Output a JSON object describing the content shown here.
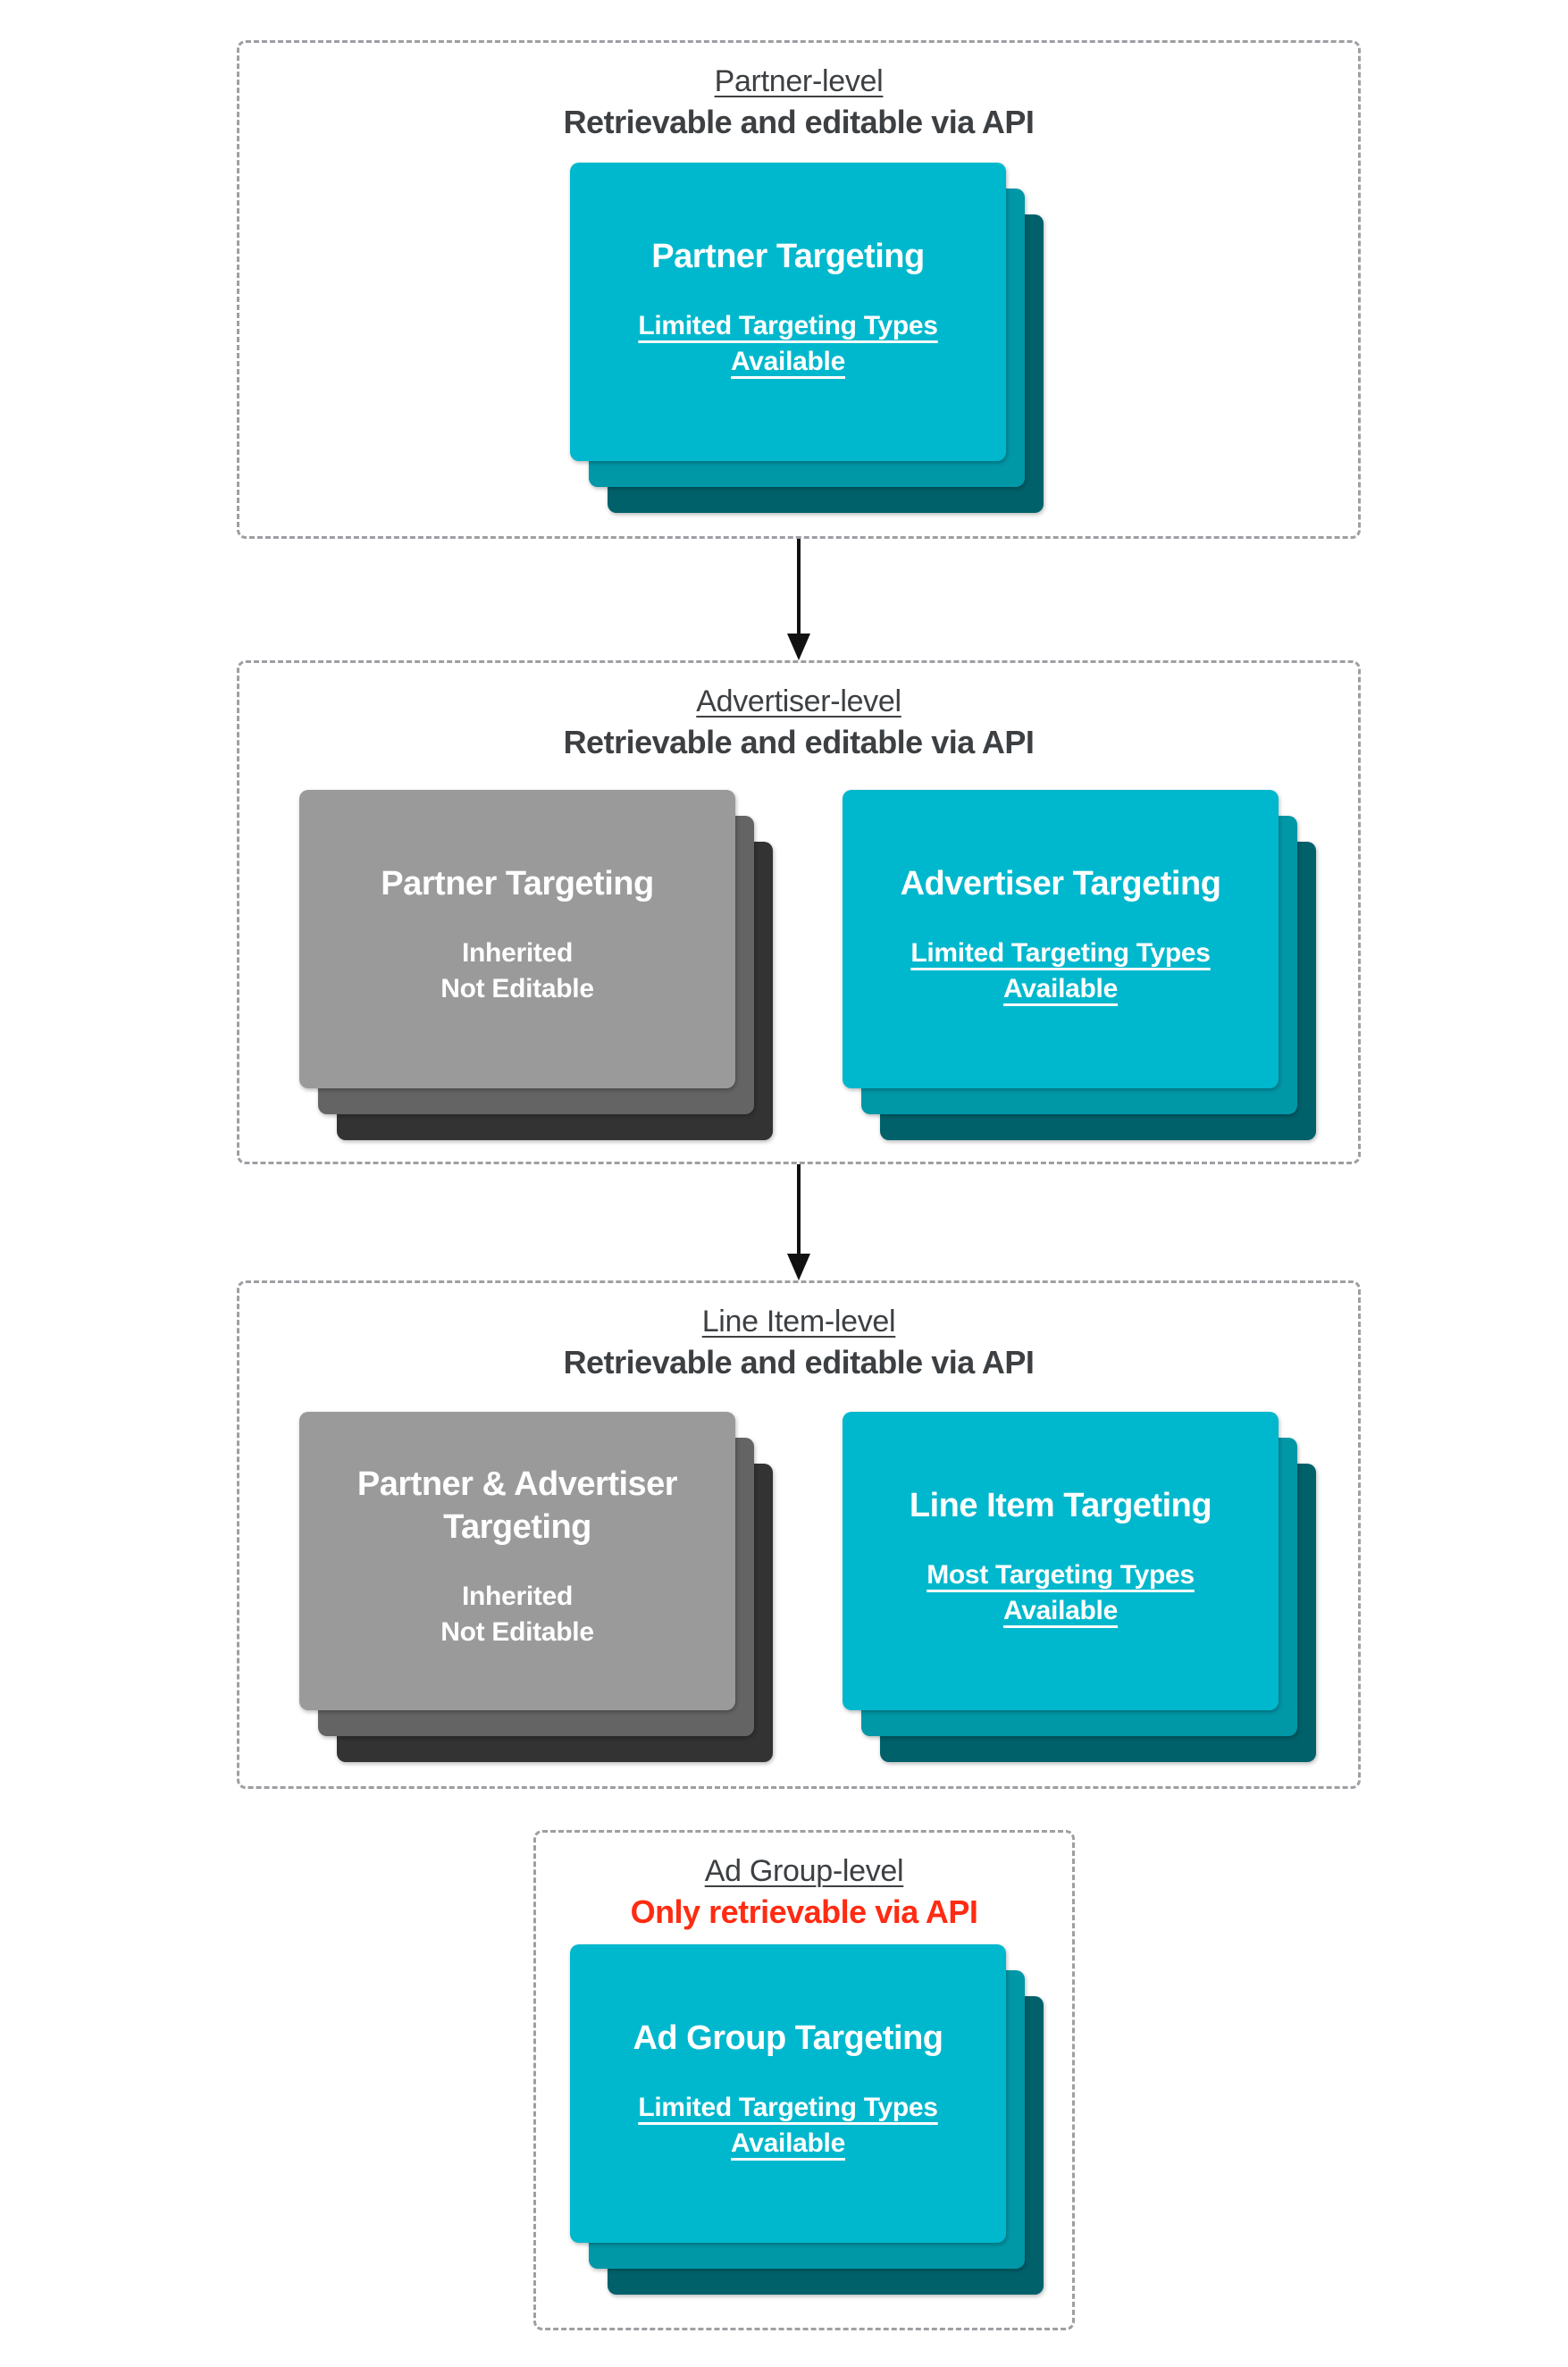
{
  "palette": {
    "background": "#ffffff",
    "dashed_border": "#9e9ea3",
    "heading_text": "#3d4043",
    "red_text": "#ff2b12",
    "teal_card": "#00b8cd",
    "teal_card_mid": "#0097a7",
    "teal_card_dark": "#00616b",
    "gray_card": "#9a9a9a",
    "gray_card_mid": "#646464",
    "gray_card_dark": "#333333",
    "card_text": "#ffffff",
    "arrow": "#111111"
  },
  "sections": [
    {
      "id": "partner-level",
      "level_label": "Partner-level",
      "api_label": "Retrievable and editable via API",
      "api_label_style": "dark",
      "cards": [
        {
          "variant": "teal",
          "title": "Partner Targeting",
          "note_lines": [
            "Limited Targeting Types",
            "Available"
          ],
          "note_underlined": true
        }
      ]
    },
    {
      "id": "advertiser-level",
      "level_label": "Advertiser-level",
      "api_label": "Retrievable and editable via API",
      "api_label_style": "dark",
      "cards": [
        {
          "variant": "gray",
          "title": "Partner Targeting",
          "note_lines": [
            "Inherited",
            "Not Editable"
          ],
          "note_underlined": false
        },
        {
          "variant": "teal",
          "title": "Advertiser Targeting",
          "note_lines": [
            "Limited Targeting Types",
            "Available"
          ],
          "note_underlined": true
        }
      ]
    },
    {
      "id": "line-item-level",
      "level_label": "Line Item-level",
      "api_label": "Retrievable and editable via API",
      "api_label_style": "dark",
      "cards": [
        {
          "variant": "gray",
          "title": "Partner & Advertiser Targeting",
          "note_lines": [
            "Inherited",
            "Not Editable"
          ],
          "note_underlined": false
        },
        {
          "variant": "teal",
          "title": "Line Item Targeting",
          "note_lines": [
            "Most Targeting Types",
            "Available"
          ],
          "note_underlined": true
        }
      ]
    },
    {
      "id": "ad-group-level",
      "level_label": "Ad Group-level",
      "api_label": "Only retrievable via API",
      "api_label_style": "red",
      "cards": [
        {
          "variant": "teal",
          "title": "Ad Group Targeting",
          "note_lines": [
            "Limited Targeting Types",
            "Available"
          ],
          "note_underlined": true
        }
      ]
    }
  ]
}
